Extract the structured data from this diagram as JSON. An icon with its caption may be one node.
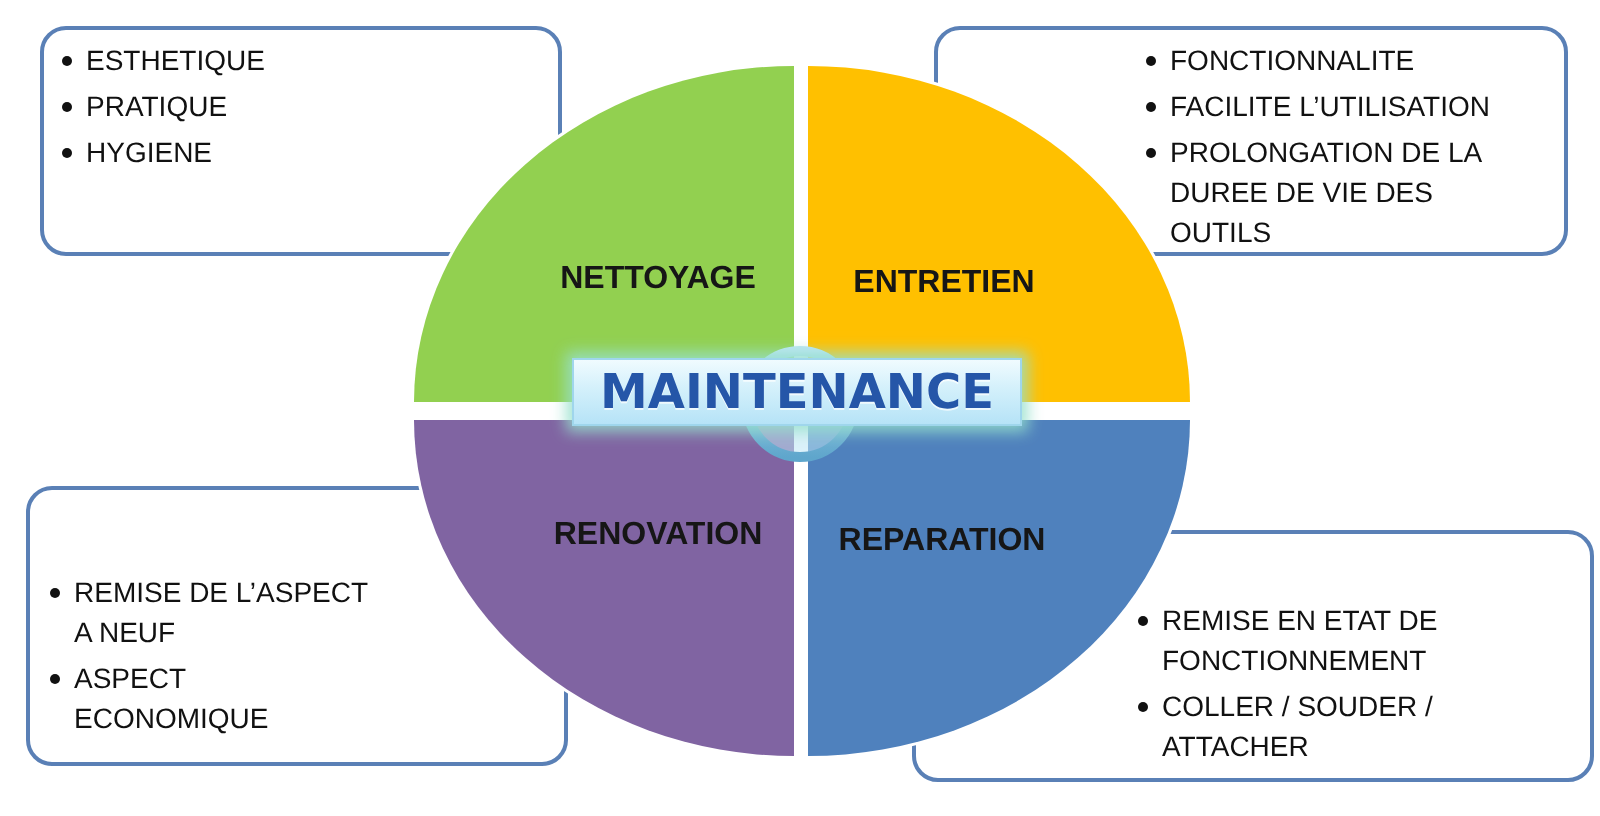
{
  "diagram": {
    "nodes": [
      {
        "text": [
          "ESTHETIQUE",
          "PRATIQUE",
          "HYGIENE"
        ]
      },
      {
        "text": [
          "NETTOYAGE"
        ]
      },
      {
        "text": [
          "ENTRETIEN"
        ]
      },
      {
        "text": [
          "FONCTIONNALITE",
          "FACILITE L’UTILISATION",
          "PROLONGATION DE LA DUREE DE VIE DES OUTILS"
        ]
      },
      {
        "text": [
          "MAINTENANCE"
        ]
      },
      {
        "text": [
          "REMISE DE L’ASPECT A NEUF",
          "ASPECT ECONOMIQUE"
        ]
      },
      {
        "text": [
          "RENOVATION"
        ]
      },
      {
        "text": [
          "REPARATION"
        ]
      },
      {
        "text": [
          "REMISE EN ETAT DE FONCTIONNEMENT",
          "COLLER / SOUDER / ATTACHER"
        ]
      }
    ]
  }
}
